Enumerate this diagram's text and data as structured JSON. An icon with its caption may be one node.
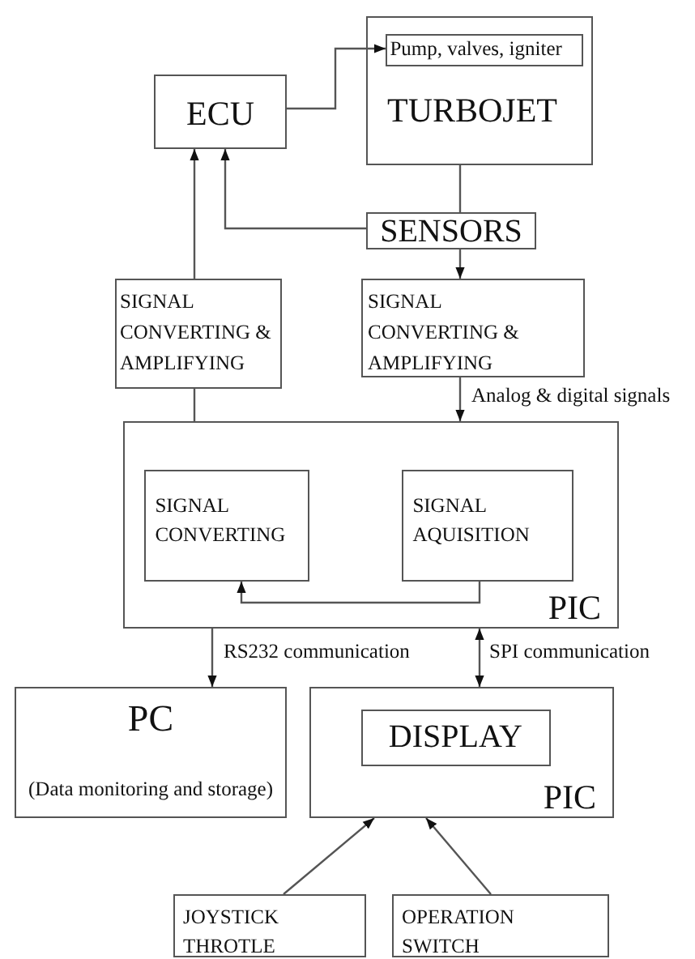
{
  "diagram": {
    "nodes": [
      {
        "text": [
          "ECU"
        ]
      },
      {
        "text": [
          "TURBOJET"
        ]
      },
      {
        "text": [
          "Pump, valves, igniter"
        ],
        "in": 1
      },
      {
        "text": [
          "SENSORS"
        ]
      },
      {
        "text": [
          "SIGNAL CONVERTING & AMPLIFYING"
        ]
      },
      {
        "text": [
          "SIGNAL CONVERTING & AMPLIFYING"
        ]
      },
      {
        "text": [
          "PIC"
        ]
      },
      {
        "text": [
          "SIGNAL CONVERTING"
        ],
        "in": 6
      },
      {
        "text": [
          "SIGNAL AQUISITION"
        ],
        "in": 6
      },
      {
        "text": [
          "PC",
          "(Data monitoring and storage)"
        ]
      },
      {
        "text": [
          "PIC"
        ]
      },
      {
        "text": [
          "DISPLAY"
        ],
        "in": 10
      },
      {
        "text": [
          "JOYSTICK THROTLE"
        ]
      },
      {
        "text": [
          "OPERATION SWITCH"
        ]
      }
    ],
    "edges": [
      {
        "from": 0,
        "to": 2,
        "arrow": "to"
      },
      {
        "from": 1,
        "to": 3,
        "arrow": "none"
      },
      {
        "from": 3,
        "to": 0,
        "arrow": "to"
      },
      {
        "from": 4,
        "to": 0,
        "arrow": "to"
      },
      {
        "from": 4,
        "to": 6,
        "arrow": "none"
      },
      {
        "from": 3,
        "to": 5,
        "arrow": "to"
      },
      {
        "from": 5,
        "to": 6,
        "label": "Analog & digital signals",
        "arrow": "to"
      },
      {
        "from": 8,
        "to": 7,
        "arrow": "to"
      },
      {
        "from": 6,
        "to": 9,
        "label": "RS232 communication",
        "arrow": "to"
      },
      {
        "from": 6,
        "to": 10,
        "label": "SPI communication",
        "arrow": "both"
      },
      {
        "from": 12,
        "to": 10,
        "arrow": "to"
      },
      {
        "from": 13,
        "to": 10,
        "arrow": "to"
      }
    ]
  }
}
